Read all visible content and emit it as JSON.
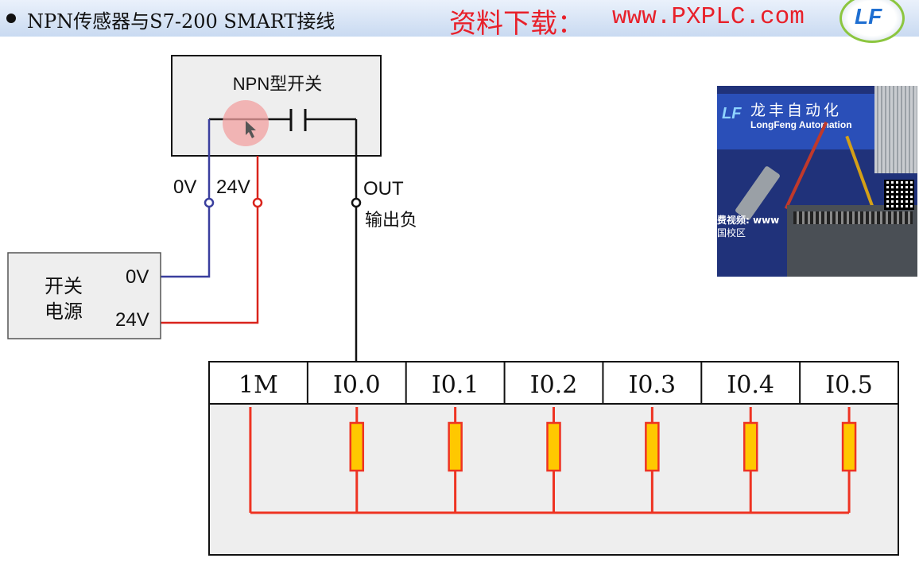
{
  "header": {
    "title": "NPN传感器与S7-200 SMART接线",
    "download_label": "资料下载：",
    "url": "www.PXPLC.com",
    "logo_text": "LF",
    "colors": {
      "background": "#c9daf1",
      "download_text": "#e8202a"
    }
  },
  "diagram": {
    "switch": {
      "title": "NPN型开关"
    },
    "sensor_leads": {
      "zero_v": "0V",
      "plus_24v": "24V",
      "out": "OUT",
      "out_note": "输出负"
    },
    "power_supply": {
      "label_line1": "开关",
      "label_line2": "电源",
      "zero_v": "0V",
      "plus_24v": "24V"
    },
    "plc_terminals": [
      "1M",
      "I0.0",
      "I0.1",
      "I0.2",
      "I0.3",
      "I0.4",
      "I0.5"
    ],
    "colors": {
      "zero_v_wire": "#3a3f9e",
      "plus_24v_wire": "#d9241c",
      "plc_wire": "#ee3322",
      "resistor_fill": "#ffc800"
    }
  },
  "photo": {
    "company_cn": "龙丰自动化",
    "company_en": "LongFeng Automation",
    "logo_text": "LF",
    "free_video": "费视频: www",
    "campus": "国校区"
  }
}
